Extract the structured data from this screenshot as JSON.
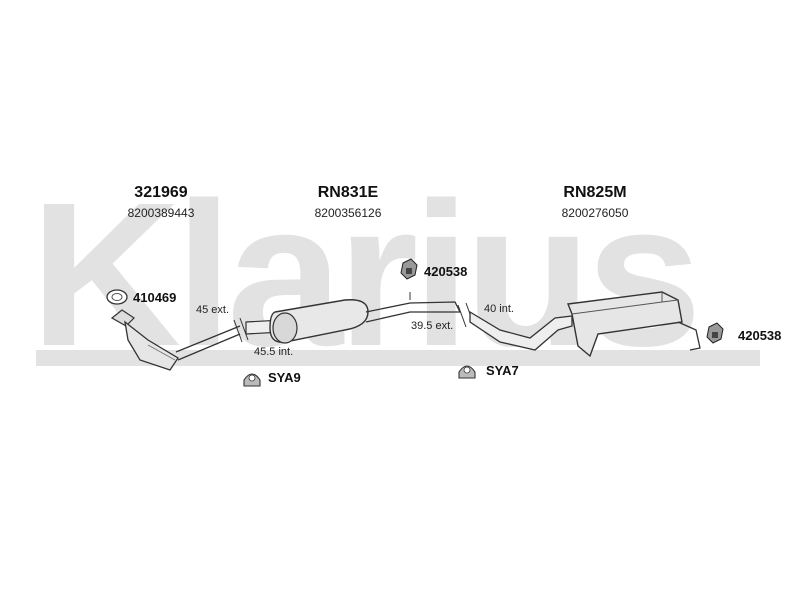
{
  "watermark": {
    "text": "Klarius"
  },
  "parts": [
    {
      "part_number": "321969",
      "oe_number": "8200389443"
    },
    {
      "part_number": "RN831E",
      "oe_number": "8200356126"
    },
    {
      "part_number": "RN825M",
      "oe_number": "8200276050"
    }
  ],
  "fittings": {
    "clamp_top": "420538",
    "gasket_left": "410469",
    "mount_left": "SYA9",
    "mount_mid": "SYA7",
    "clamp_right": "420538"
  },
  "dimensions": {
    "left_ext": "45 ext.",
    "left_int": "45.5 int.",
    "mid_ext": "39.5 ext.",
    "mid_int": "40 int."
  }
}
